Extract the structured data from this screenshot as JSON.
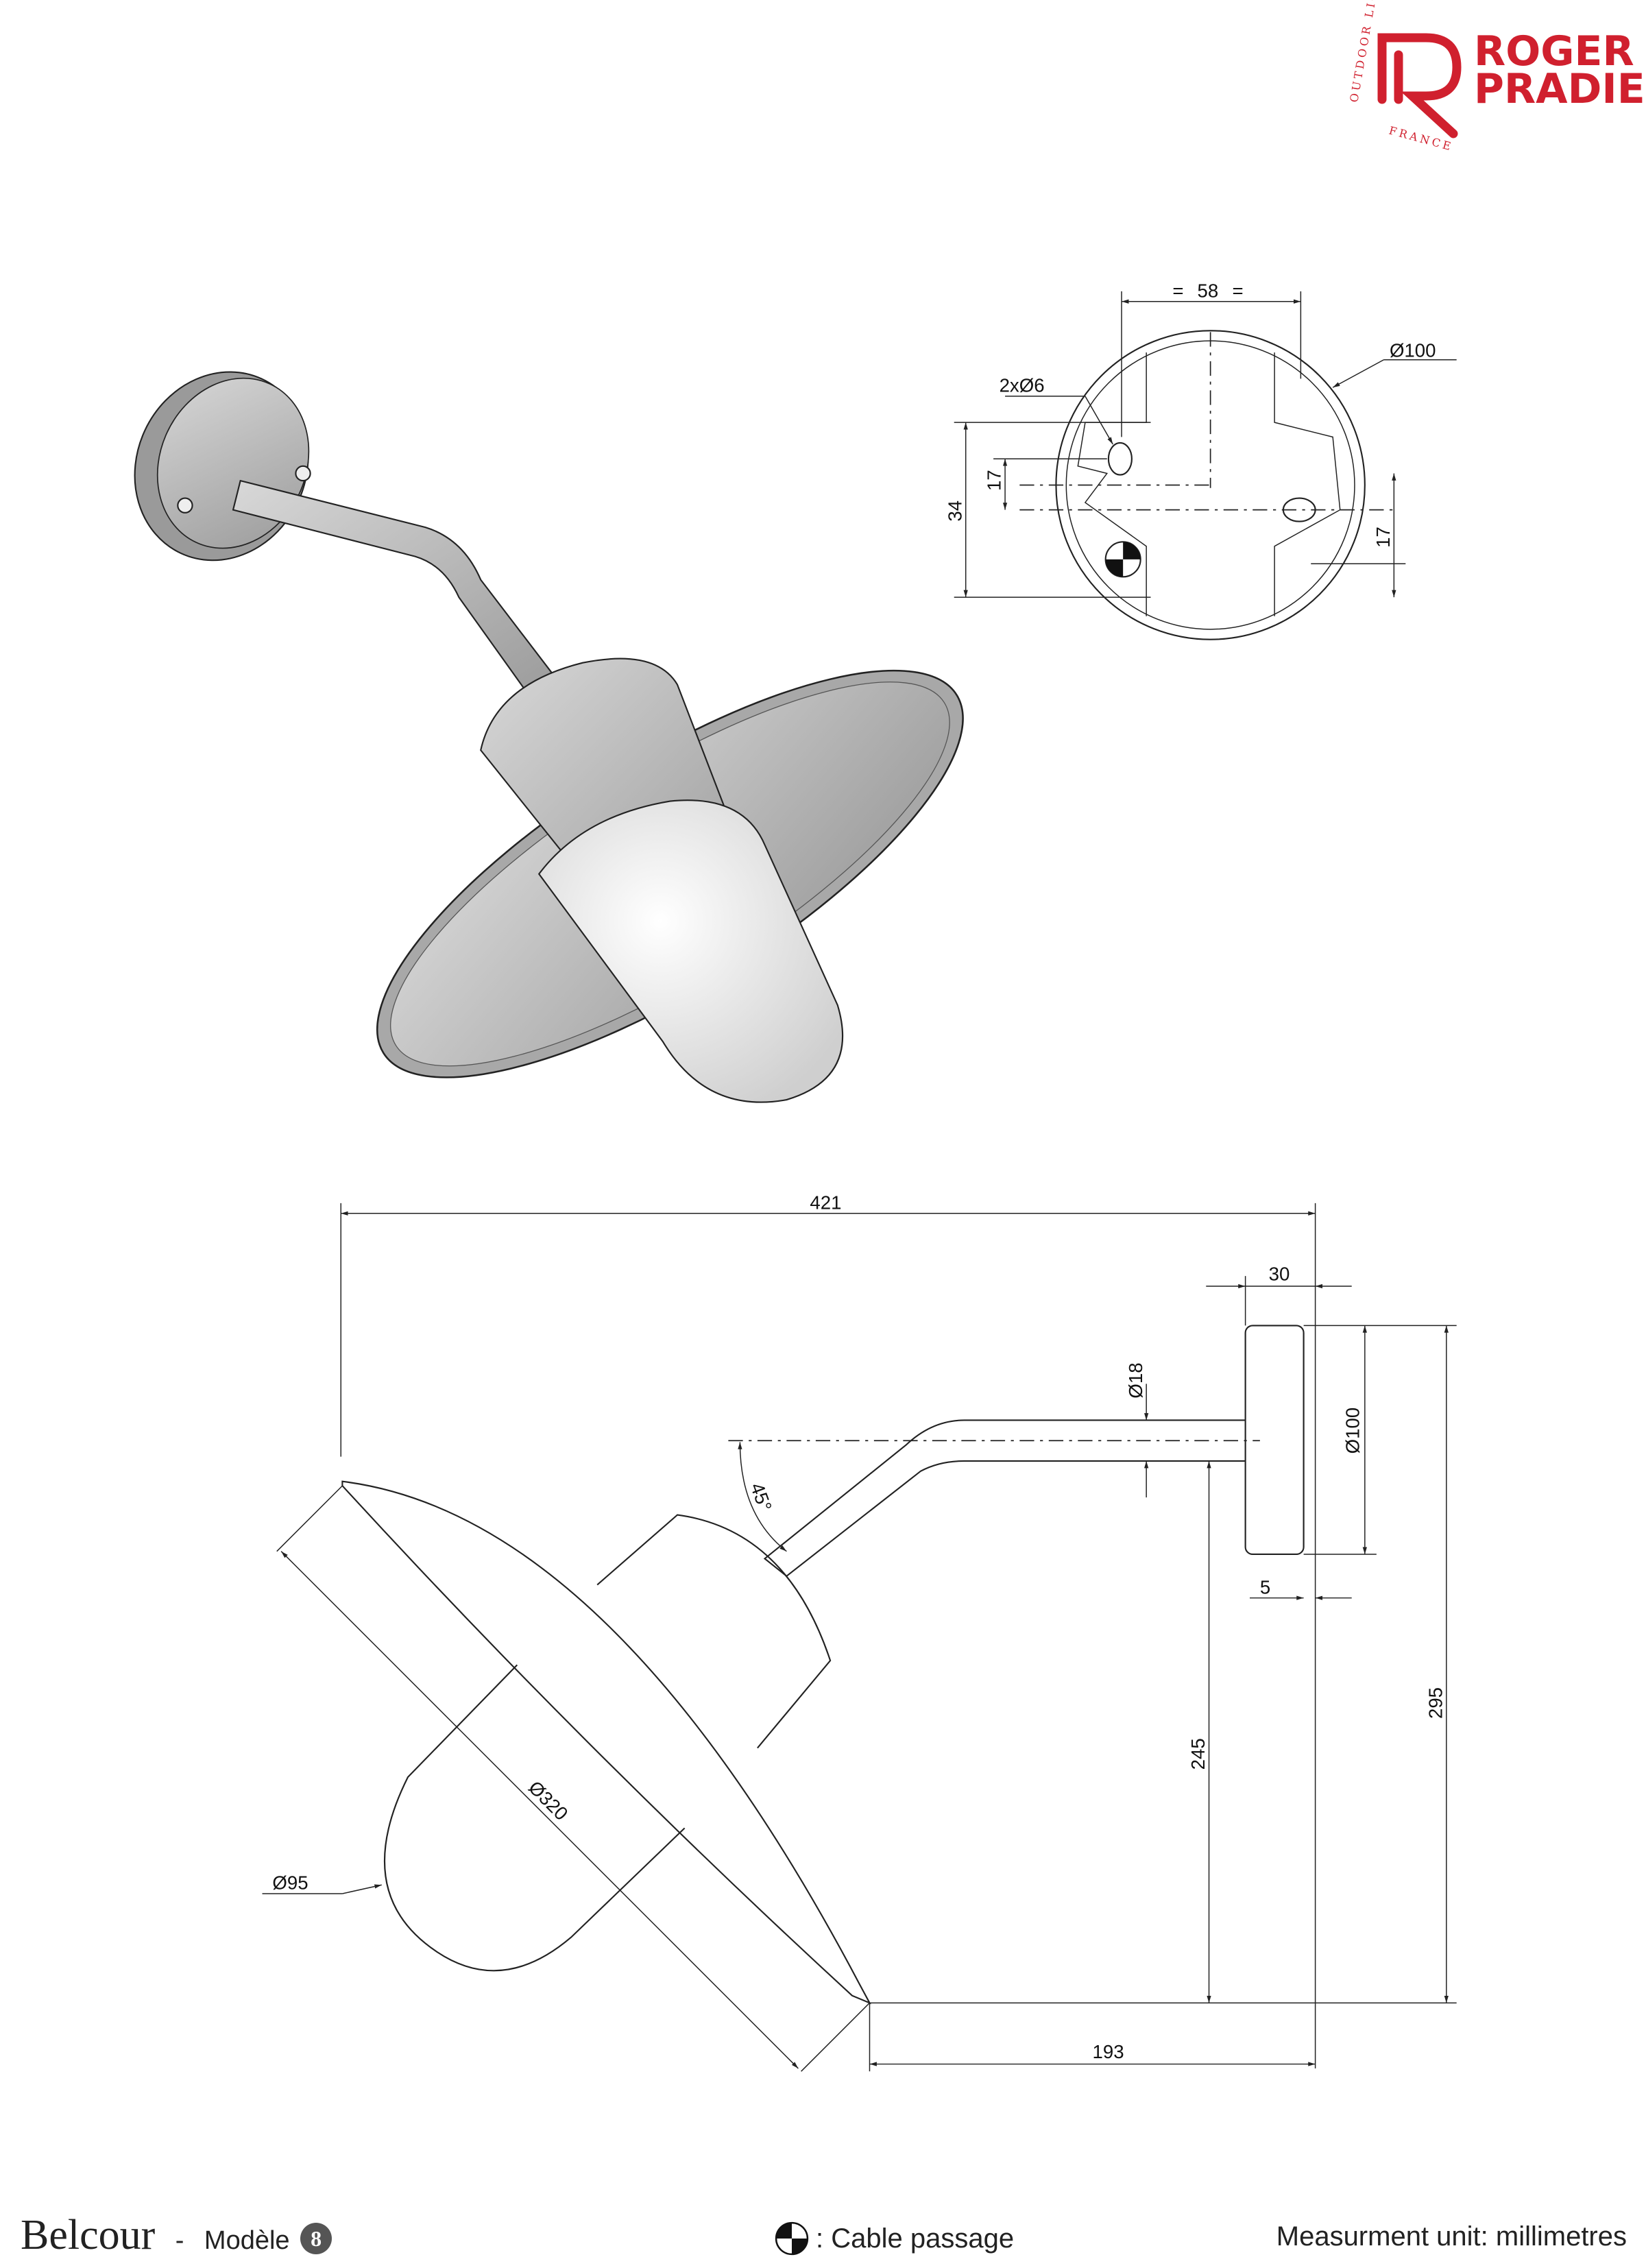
{
  "brand": {
    "name_line1": "ROGER",
    "name_line2": "PRADIER",
    "tagline": "OUTDOOR LIGHTING",
    "country": "FRANCE",
    "color": "#d0202e"
  },
  "product": {
    "name": "Belcour",
    "separator": "-",
    "model_label": "Modèle",
    "model_number": "8"
  },
  "legend": {
    "cable_passage": ": Cable passage",
    "unit": "Measurment unit: millimetres"
  },
  "plan_view": {
    "width_58": "58",
    "eq": "=",
    "diameter": "Ø100",
    "holes": "2xØ6",
    "h34": "34",
    "h17_left": "17",
    "h17_right": "17"
  },
  "side_view": {
    "total_width": "421",
    "plate_depth": "30",
    "arm_diameter": "Ø18",
    "plate_diameter": "Ø100",
    "plate_offset": "5",
    "angle": "45°",
    "shade_diameter": "Ø320",
    "globe_diameter": "Ø95",
    "height_245": "245",
    "height_295": "295",
    "width_193": "193"
  }
}
